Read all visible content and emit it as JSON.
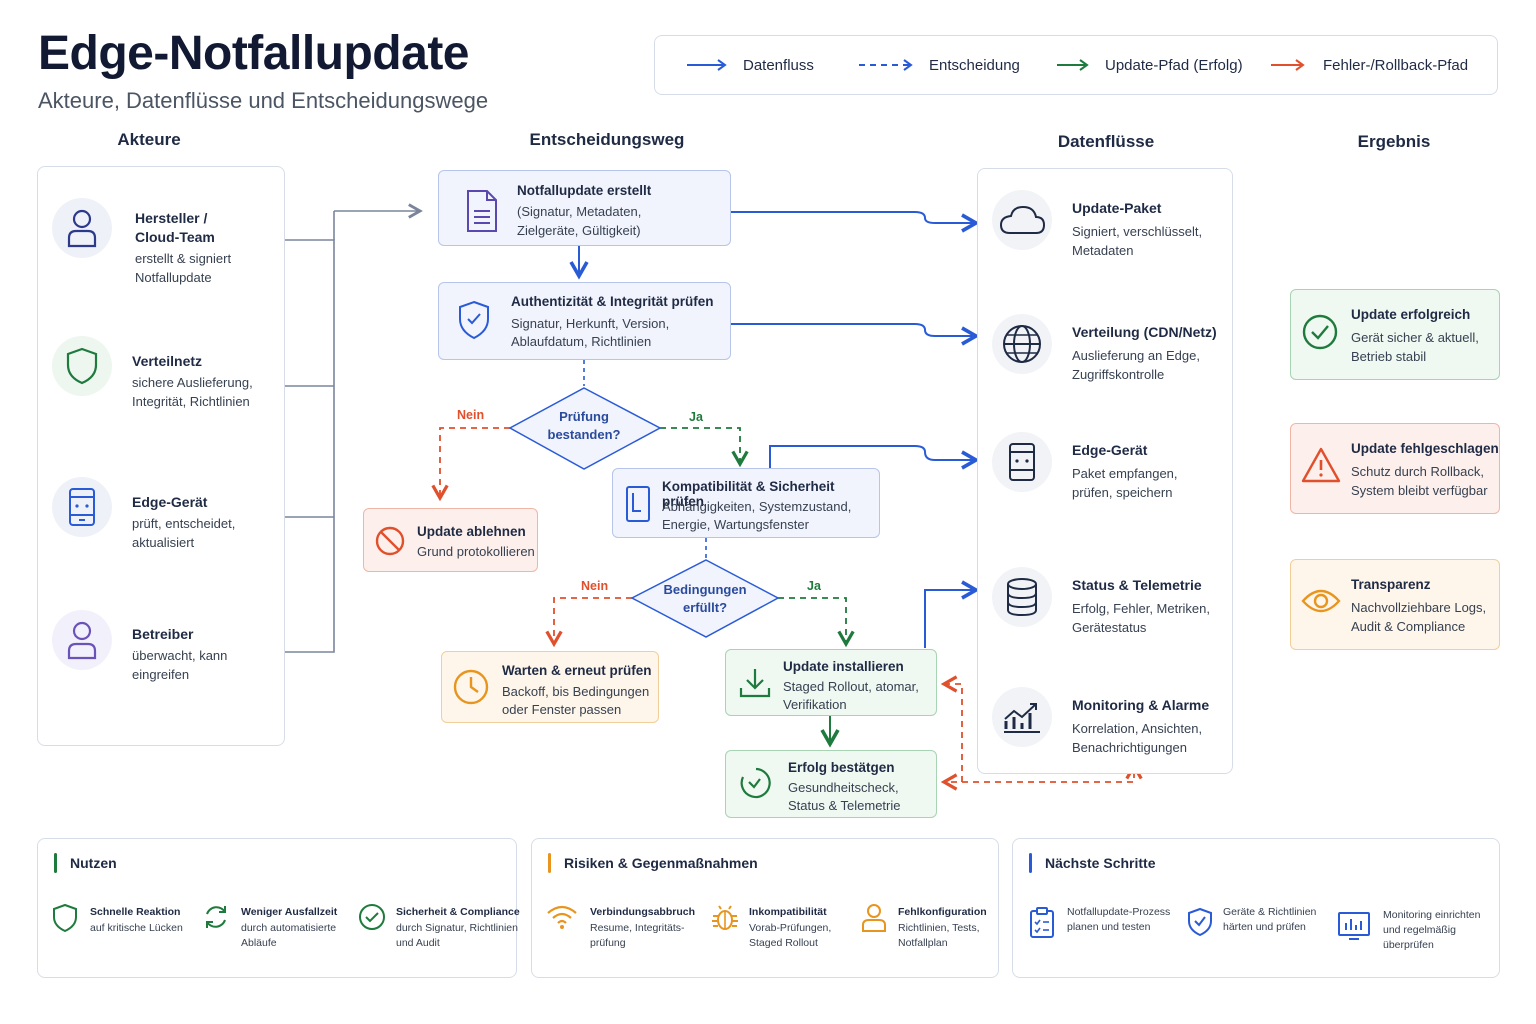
{
  "header": {
    "title": "Edge-Notfallupdate",
    "subtitle": "Akteure, Datenflüsse und Entscheidungswege"
  },
  "legend": {
    "items": [
      {
        "label": "Datenfluss",
        "color": "#2a5bd7",
        "style": "solid"
      },
      {
        "label": "Entscheidung",
        "color": "#2a5bd7",
        "style": "dashed"
      },
      {
        "label": "Update-Pfad (Erfolg)",
        "color": "#1f7a3d",
        "style": "solid"
      },
      {
        "label": "Fehler-/Rollback-Pfad",
        "color": "#e0502c",
        "style": "solid"
      }
    ]
  },
  "columns": {
    "actors": "Akteure",
    "decision": "Entscheidungsweg",
    "dataflows": "Datenflüsse",
    "result": "Ergebnis"
  },
  "actors": [
    {
      "title_line1": "Hersteller /",
      "title_line2": "Cloud-Team",
      "desc_line1": "erstellt & signiert",
      "desc_line2": "Notfallupdate",
      "icon": "user-icon"
    },
    {
      "title_line1": "Verteilnetz",
      "desc_line1": "sichere Auslieferung,",
      "desc_line2": "Integrität, Richtlinien",
      "icon": "shield-icon"
    },
    {
      "title_line1": "Edge-Gerät",
      "desc_line1": "prüft, entscheidet,",
      "desc_line2": "aktualisiert",
      "icon": "device-icon"
    },
    {
      "title_line1": "Betreiber",
      "desc_line1": "überwacht, kann",
      "desc_line2": "eingreifen",
      "icon": "operator-icon"
    }
  ],
  "flow": {
    "create": {
      "title": "Notfallupdate erstellt",
      "desc_line1": "(Signatur, Metadaten,",
      "desc_line2": "Zielgeräte, Gültigkeit)"
    },
    "auth": {
      "title": "Authentizität & Integrität prüfen",
      "desc_line1": "Signatur, Herkunft, Version,",
      "desc_line2": "Ablaufdatum, Richtlinien"
    },
    "check1": {
      "line1": "Prüfung",
      "line2": "bestanden?",
      "no": "Nein",
      "yes": "Ja"
    },
    "reject": {
      "title": "Update ablehnen",
      "desc_line1": "Grund protokollieren"
    },
    "compat": {
      "title": "Kompatibilität & Sicherheit prüfen",
      "desc_line1": "Abhängigkeiten, Systemzustand,",
      "desc_line2": "Energie, Wartungsfenster"
    },
    "check2": {
      "line1": "Bedingungen",
      "line2": "erfüllt?",
      "no": "Nein",
      "yes": "Ja"
    },
    "wait": {
      "title": "Warten & erneut prüfen",
      "desc_line1": "Backoff, bis Bedingungen",
      "desc_line2": "oder Fenster passen"
    },
    "install": {
      "title": "Update installieren",
      "desc_line1": "Staged Rollout, atomar,",
      "desc_line2": "Verifikation"
    },
    "confirm": {
      "title": "Erfolg bestätgen",
      "desc_line1": "Gesundheitscheck,",
      "desc_line2": "Status & Telemetrie"
    }
  },
  "dataflows": [
    {
      "title": "Update-Paket",
      "desc_line1": "Signiert, verschlüsselt,",
      "desc_line2": "Metadaten",
      "icon": "cloud-icon"
    },
    {
      "title": "Verteilung (CDN/Netz)",
      "desc_line1": "Auslieferung an Edge,",
      "desc_line2": "Zugriffskontrolle",
      "icon": "globe-icon"
    },
    {
      "title": "Edge-Gerät",
      "desc_line1": "Paket empfangen,",
      "desc_line2": "prüfen, speichern",
      "icon": "edge-device-icon"
    },
    {
      "title": "Status & Telemetrie",
      "desc_line1": "Erfolg, Fehler, Metriken,",
      "desc_line2": "Gerätestatus",
      "icon": "database-icon"
    },
    {
      "title": "Monitoring & Alarme",
      "desc_line1": "Korrelation, Ansichten,",
      "desc_line2": "Benachrichtigungen",
      "icon": "chart-icon"
    }
  ],
  "results": [
    {
      "title": "Update erfolgreich",
      "desc_line1": "Gerät sicher & aktuell,",
      "desc_line2": "Betrieb stabil",
      "icon": "check-circle-icon"
    },
    {
      "title": "Update fehlgeschlagen",
      "desc_line1": "Schutz durch Rollback,",
      "desc_line2": "System bleibt verfügbar",
      "icon": "warning-icon"
    },
    {
      "title": "Transparenz",
      "desc_line1": "Nachvollziehbare Logs,",
      "desc_line2": "Audit & Compliance",
      "icon": "eye-icon"
    }
  ],
  "bottom": {
    "benefits": {
      "heading": "Nutzen",
      "items": [
        {
          "title": "Schnelle Reaktion",
          "desc_line1": "auf kritische Lücken"
        },
        {
          "title": "Weniger Ausfallzeit",
          "desc_line1": "durch automatisierte",
          "desc_line2": "Abläufe"
        },
        {
          "title": "Sicherheit & Compliance",
          "desc_line1": "durch Signatur, Richtlinien",
          "desc_line2": "und Audit"
        }
      ]
    },
    "risks": {
      "heading": "Risiken & Gegenmaßnahmen",
      "items": [
        {
          "title": "Verbindungsabbruch",
          "desc_line1": "Resume, Integritäts-",
          "desc_line2": "prüfung"
        },
        {
          "title": "Inkompatibilität",
          "desc_line1": "Vorab-Prüfungen,",
          "desc_line2": "Staged Rollout"
        },
        {
          "title": "Fehlkonfiguration",
          "desc_line1": "Richtlinien, Tests,",
          "desc_line2": "Notfallplan"
        }
      ]
    },
    "next": {
      "heading": "Nächste Schritte",
      "items": [
        {
          "desc_line1": "Notfallupdate-Prozess",
          "desc_line2": "planen und testen"
        },
        {
          "desc_line1": "Geräte & Richtlinien",
          "desc_line2": "härten und prüfen"
        },
        {
          "desc_line1": "Monitoring einrichten",
          "desc_line2": "und regelmäßig",
          "desc_line3": "überprüfen"
        }
      ]
    }
  },
  "colors": {
    "blue": "#2a5bd7",
    "green": "#1f7a3d",
    "red": "#e0502c",
    "orange": "#e8951f"
  }
}
